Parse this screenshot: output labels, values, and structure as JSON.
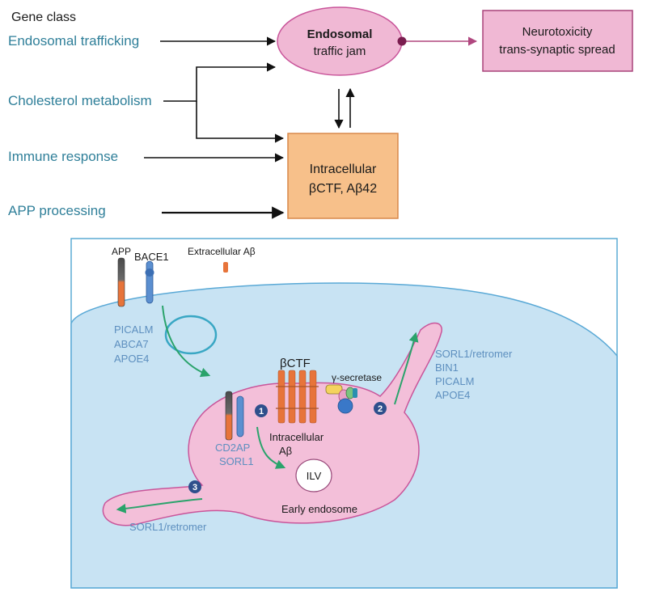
{
  "top": {
    "gene_class_header": "Gene class",
    "gene_classes": [
      "Endosomal trafficking",
      "Cholesterol metabolism",
      "Immune response",
      "APP processing"
    ],
    "jam_line1": "Endosomal",
    "jam_line2": "traffic jam",
    "neuro_line1": "Neurotoxicity",
    "neuro_line2": "trans-synaptic spread",
    "intra_line1": "Intracellular",
    "intra_line2": "βCTF, Aβ42"
  },
  "cell": {
    "app": "APP",
    "bace1": "BACE1",
    "extracellular": "Extracellular Aβ",
    "endocytosis_genes": [
      "PICALM",
      "ABCA7",
      "APOE4"
    ],
    "bctf": "βCTF",
    "gamma": "γ-secretase",
    "cd2ap": "CD2AP",
    "sorl1": "SORL1",
    "intracellular_ab_1": "Intracellular",
    "intracellular_ab_2": "Aβ",
    "ilv": "ILV",
    "early_endosome": "Early endosome",
    "recycling_genes": [
      "SORL1/retromer",
      "BIN1",
      "PICALM",
      "APOE4"
    ],
    "retrograde_gene": "SORL1/retromer",
    "step1": "1",
    "step2": "2",
    "step3": "3"
  },
  "colors": {
    "pink_fill": "#f0b8d4",
    "pink_stroke": "#c9559a",
    "orange_fill": "#f7c08a",
    "orange_stroke": "#d9884a",
    "teal_text": "#2f7f99",
    "cell_fill": "#c8e3f3",
    "arrow_green": "#2aa36b",
    "badge_blue": "#2e4f8c"
  }
}
